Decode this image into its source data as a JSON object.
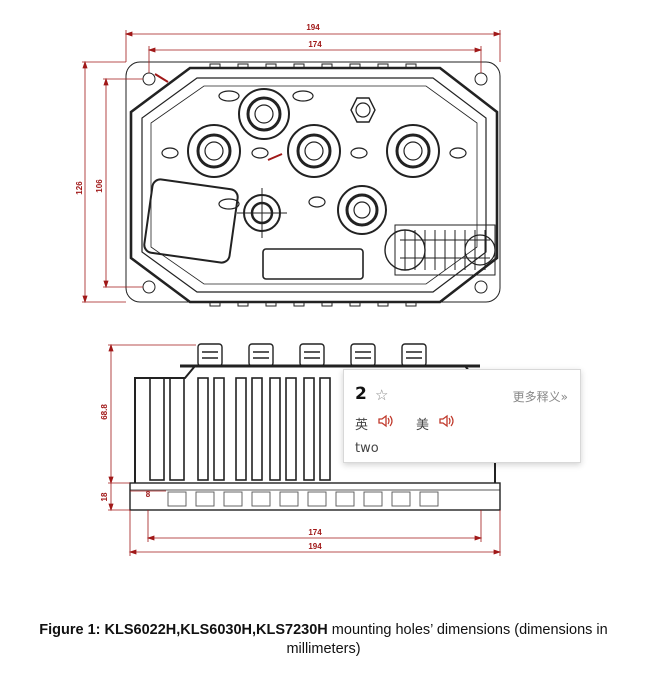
{
  "drawing": {
    "dims_top": {
      "overall_width": "194",
      "hole_spacing_width": "174"
    },
    "dims_left": {
      "overall_height": "126",
      "hole_spacing_height": "106"
    },
    "dims_side": {
      "height": "68.8",
      "base_height": "18",
      "offset": "8"
    },
    "dims_bottom": {
      "hole_spacing_width": "174",
      "overall_width": "194"
    },
    "colors": {
      "line": "#222222",
      "dimension": "#a01818"
    }
  },
  "popup": {
    "word": "2",
    "star_icon": "star-outline-icon",
    "more_label": "更多释义»",
    "uk_label": "英",
    "us_label": "美",
    "speaker_icon": "speaker-icon",
    "definition": "two",
    "accent_color": "#c0392b"
  },
  "caption": {
    "prefix": "Figure 1: ",
    "models": "KLS6022H,KLS6030H,KLS7230H",
    "text_line1": " mounting holes’ dimensions (dimensions in",
    "text_line2": "millimeters)"
  }
}
